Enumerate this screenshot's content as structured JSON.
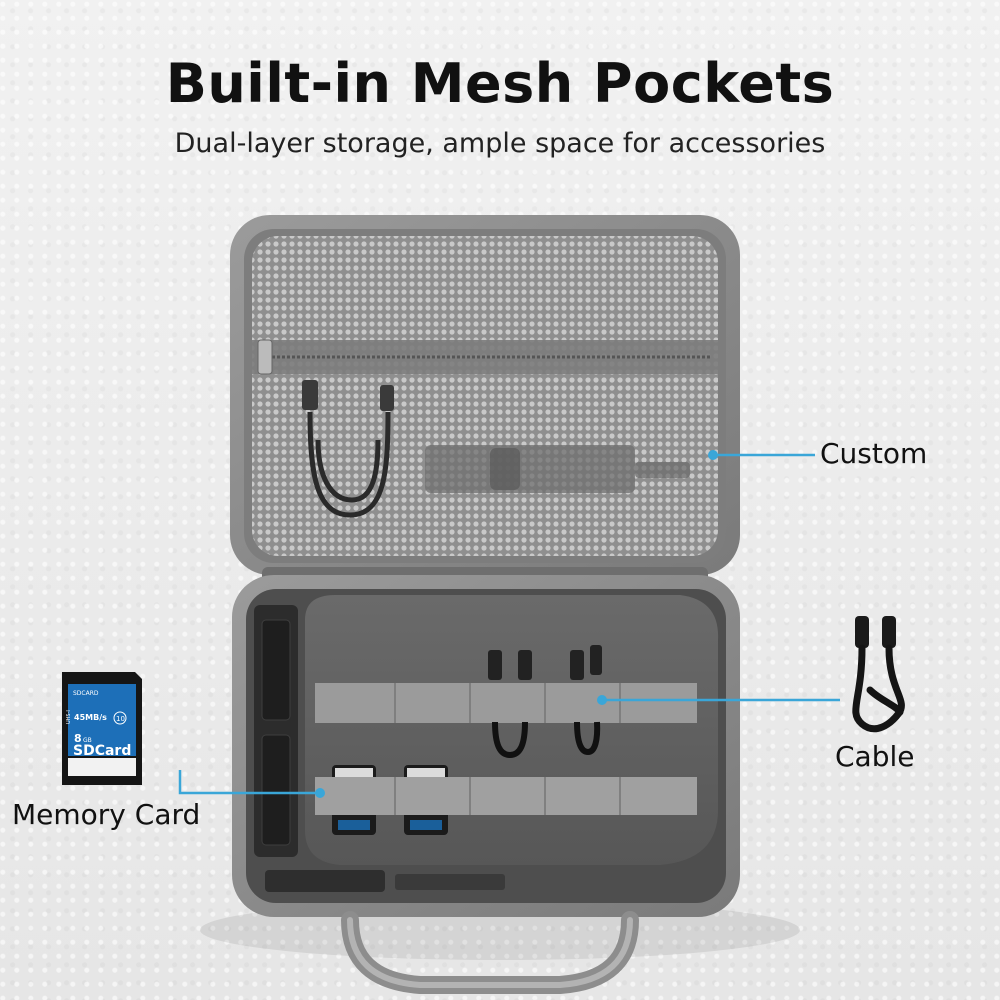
{
  "header": {
    "title": "Built-in Mesh Pockets",
    "subtitle": "Dual-layer storage, ample space for accessories"
  },
  "callouts": {
    "custom": "Custom",
    "cable": "Cable",
    "memory_card": "Memory Card"
  },
  "sd_card": {
    "brand": "SDCARD",
    "speed": "45MB/s",
    "class": "10",
    "capacity": "8",
    "capacity_unit": "GB",
    "name": "SDCard",
    "side_text": "UHS-I"
  },
  "colors": {
    "callout_line": "#3aa6d8",
    "case_shell": "#8a8a8a",
    "case_interior": "#5f5f5f",
    "mesh": "#9a9a9a",
    "sd_card_blue": "#1d6fb8"
  }
}
